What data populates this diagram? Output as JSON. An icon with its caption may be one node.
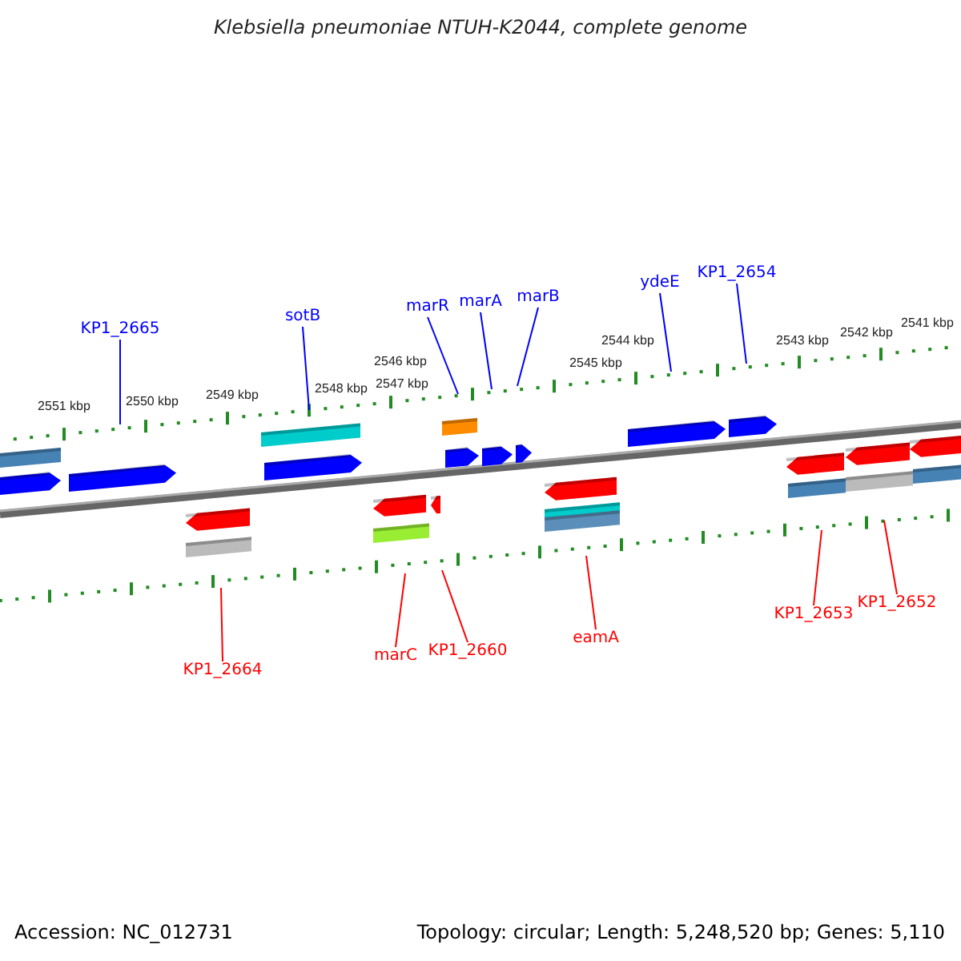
{
  "diagram": {
    "title": "Klebsiella pneumoniae NTUH-K2044, complete genome",
    "nodes": [
      {
        "text": [
          "KP1_2665"
        ]
      },
      {
        "text": [
          "sotB"
        ]
      },
      {
        "text": [
          "marR"
        ]
      },
      {
        "text": [
          "marA"
        ]
      },
      {
        "text": [
          "marB"
        ]
      },
      {
        "text": [
          "ydeE"
        ]
      },
      {
        "text": [
          "KP1_2654"
        ]
      },
      {
        "text": [
          "KP1_2664"
        ]
      },
      {
        "text": [
          "marC"
        ]
      },
      {
        "text": [
          "KP1_2660"
        ]
      },
      {
        "text": [
          "eamA"
        ]
      },
      {
        "text": [
          "KP1_2653"
        ]
      },
      {
        "text": [
          "KP1_2652"
        ]
      }
    ],
    "edges": [
      {
        "from": 0,
        "to": null,
        "arrow": "none"
      },
      {
        "from": 1,
        "to": null,
        "arrow": "none"
      },
      {
        "from": 2,
        "to": null,
        "arrow": "none"
      },
      {
        "from": 3,
        "to": null,
        "arrow": "none"
      },
      {
        "from": 4,
        "to": null,
        "arrow": "none"
      },
      {
        "from": 5,
        "to": null,
        "arrow": "none"
      },
      {
        "from": 6,
        "to": null,
        "arrow": "none"
      },
      {
        "from": 7,
        "to": null,
        "arrow": "none",
        "color": "#ff0000"
      },
      {
        "from": 8,
        "to": null,
        "arrow": "none",
        "color": "#ff0000"
      },
      {
        "from": 9,
        "to": null,
        "arrow": "none",
        "color": "#ff0000"
      },
      {
        "from": 10,
        "to": null,
        "arrow": "none",
        "color": "#ff0000"
      },
      {
        "from": 11,
        "to": null,
        "arrow": "none",
        "color": "#ff0000"
      },
      {
        "from": 12,
        "to": null,
        "arrow": "none",
        "color": "#ff0000"
      }
    ],
    "labels": [
      "2551 kbp",
      "2550 kbp",
      "2549 kbp",
      "2548 kbp",
      "2547 kbp",
      "2546 kbp",
      "2545 kbp",
      "2544 kbp",
      "2543 kbp",
      "2542 kbp",
      "2541 kbp",
      "Accession: NC_012731",
      "Topology: circular; Length: 5,248,520 bp; Genes: 5,110"
    ]
  }
}
